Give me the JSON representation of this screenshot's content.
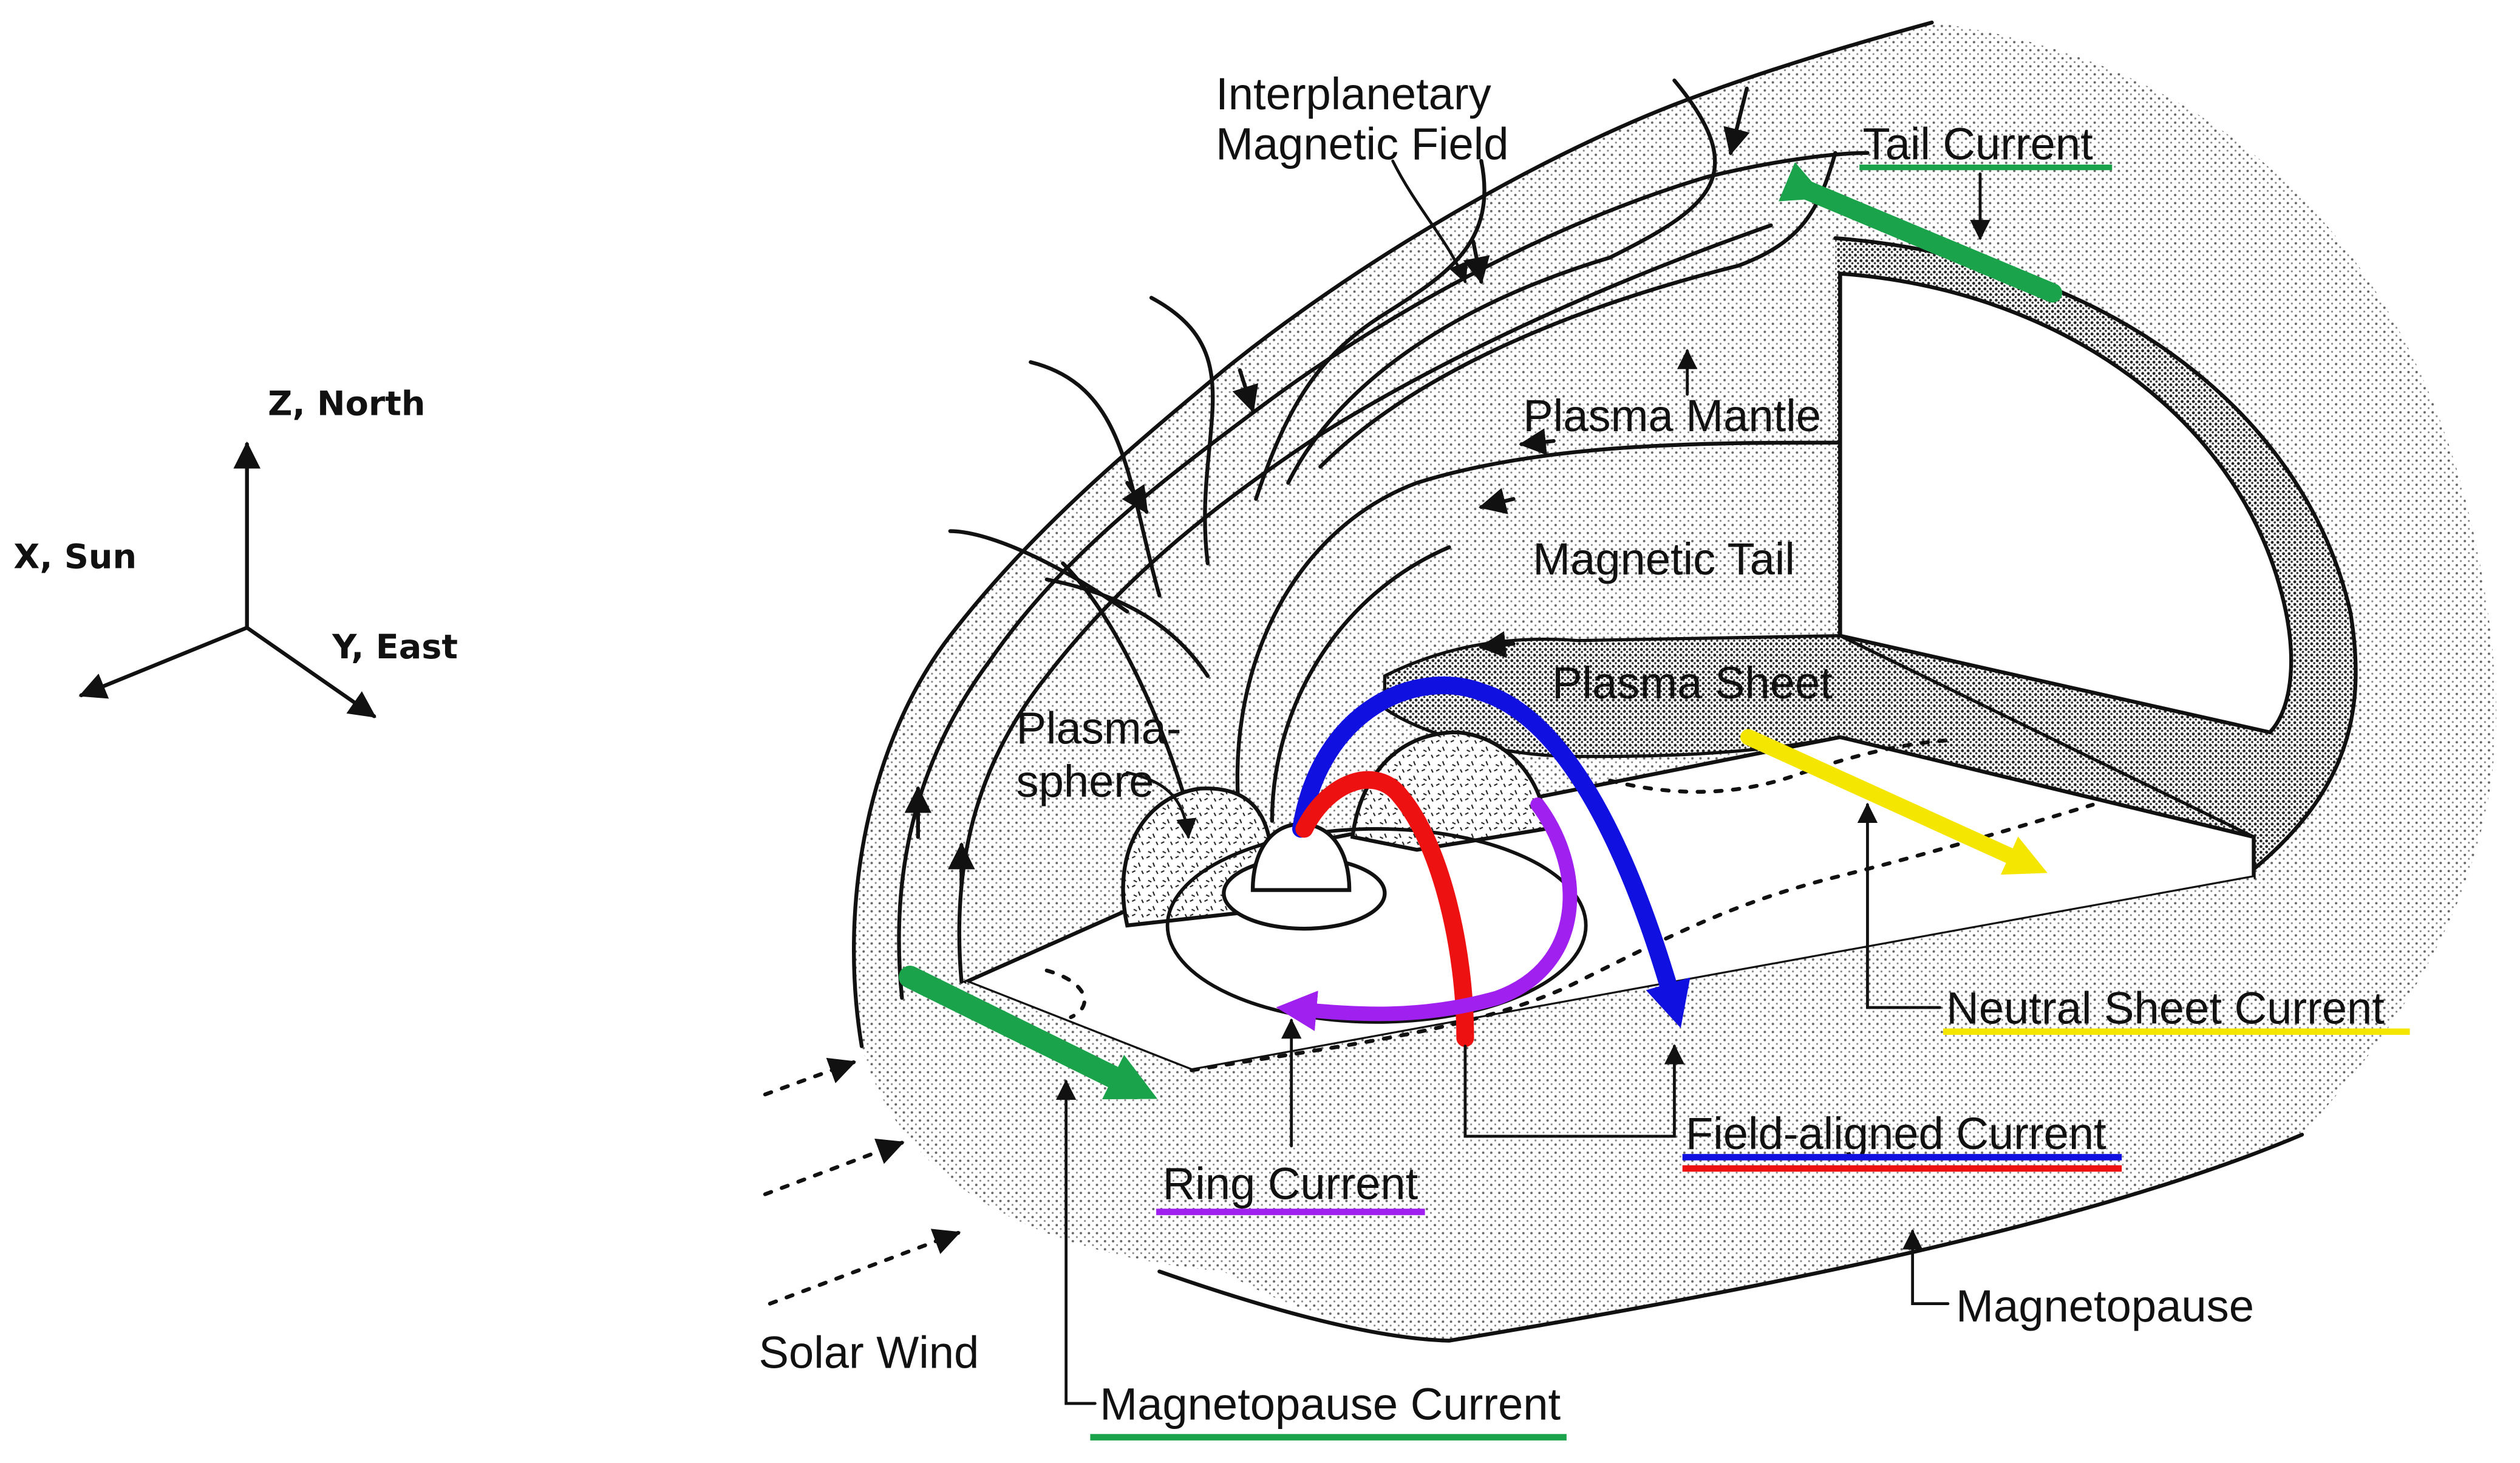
{
  "axes": {
    "z_label": "Z, North",
    "x_label": "X, Sun",
    "y_label": "Y, East"
  },
  "labels": {
    "imf": [
      "Interplanetary",
      "Magnetic Field"
    ],
    "tail_current": "Tail Current",
    "plasma_mantle": "Plasma Mantle",
    "magnetic_tail": "Magnetic Tail",
    "plasma_sheet": "Plasma Sheet",
    "plasmasphere": [
      "Plasma-",
      "sphere"
    ],
    "neutral_sheet_current": "Neutral Sheet Current",
    "field_aligned_current": "Field-aligned Current",
    "ring_current": "Ring Current",
    "magnetopause": "Magnetopause",
    "solar_wind": "Solar Wind",
    "magnetopause_current": "Magnetopause Current"
  },
  "colors": {
    "tail_current": "#1aa34a",
    "magnetopause_current": "#1aa34a",
    "neutral_sheet_current": "#f5e600",
    "field_aligned_current_a": "#1010e0",
    "field_aligned_current_b": "#ee1111",
    "ring_current": "#a020f0"
  }
}
